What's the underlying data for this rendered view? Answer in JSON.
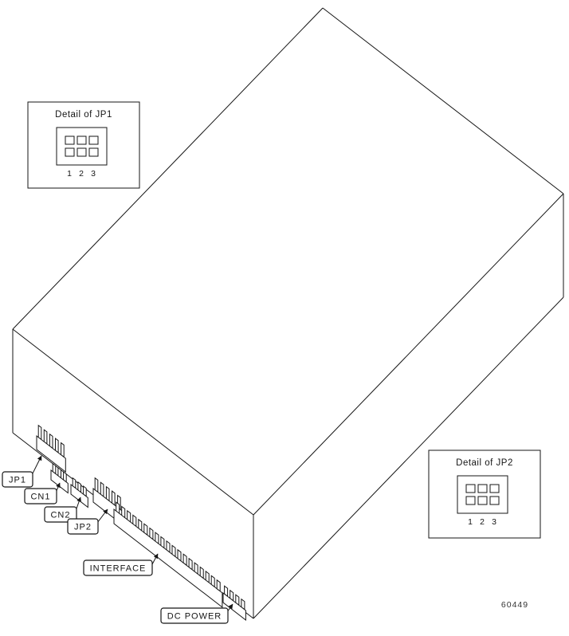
{
  "drawing": {
    "figure_number": "60449",
    "line_color": "#151515",
    "background": "#ffffff"
  },
  "callouts": [
    {
      "id": "jp1",
      "label": "JP1"
    },
    {
      "id": "cn1",
      "label": "CN1"
    },
    {
      "id": "cn2",
      "label": "CN2"
    },
    {
      "id": "jp2",
      "label": "JP2"
    },
    {
      "id": "interface",
      "label": "INTERFACE"
    },
    {
      "id": "dc-power",
      "label": "DC POWER"
    }
  ],
  "details": [
    {
      "title": "Detail of JP1",
      "pins": [
        "1",
        "2",
        "3"
      ]
    },
    {
      "title": "Detail of JP2",
      "pins": [
        "1",
        "2",
        "3"
      ]
    }
  ]
}
